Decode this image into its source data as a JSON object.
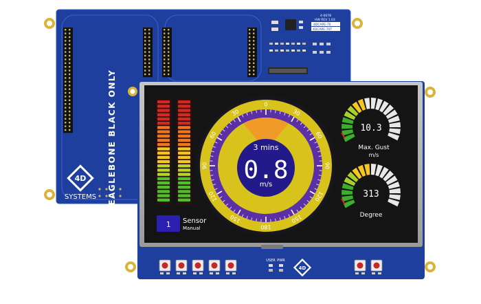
{
  "board": {
    "vertical_label": "BEAGLEBONE BLACK ONLY",
    "brand": "SYSTEMS",
    "logo_text": "4D",
    "led_labels": [
      "USER",
      "PWR"
    ],
    "silk_tiny": [
      "4-0078",
      "HW REV 1.03",
      "4DCAPE-70",
      "4DCAPE-70T"
    ]
  },
  "gauge": {
    "ticks": [
      "0",
      "30",
      "60",
      "90",
      "120",
      "150",
      "180",
      "150",
      "120",
      "90",
      "60",
      "30"
    ],
    "period": "3 mins",
    "value": "0.8",
    "unit": "m/s"
  },
  "gust": {
    "value": "10.3",
    "label": "Max. Gust",
    "unit": "m/s"
  },
  "direction": {
    "value": "313",
    "label": "Degree"
  },
  "sensor": {
    "label": "Sensor",
    "mode": "Manual",
    "indicator": "1"
  },
  "colors": {
    "board": "#1f3f9e",
    "screen_bg": "#141414",
    "gauge_ring": "#d8c21c",
    "gauge_face": "#5b2fa6",
    "gauge_center": "#221a8a",
    "highlight": "#f09a2a"
  }
}
